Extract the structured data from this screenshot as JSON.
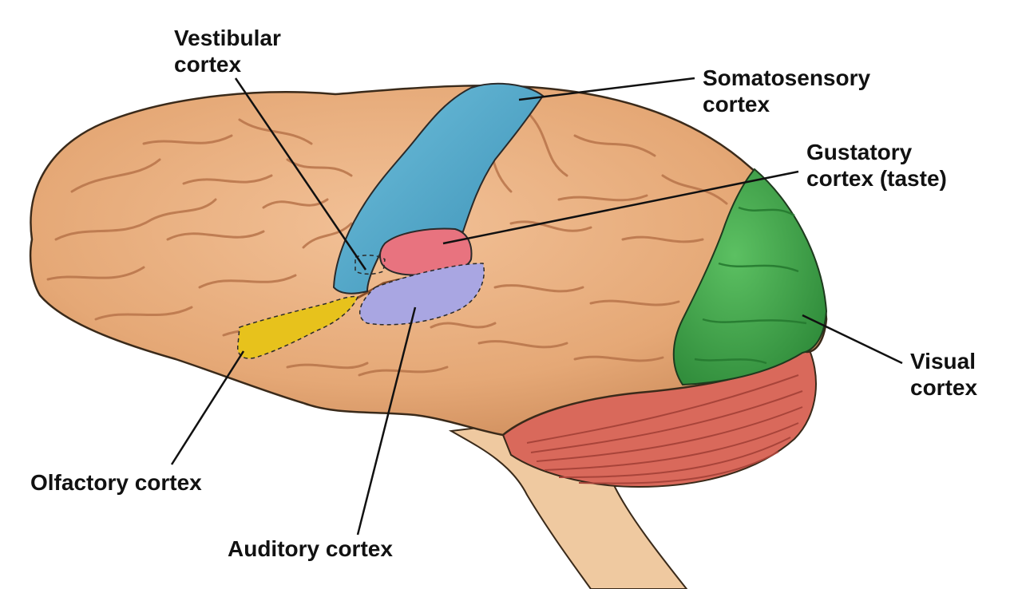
{
  "labels": {
    "vestibular": [
      "Vestibular",
      "cortex"
    ],
    "somatosensory": [
      "Somatosensory",
      "cortex"
    ],
    "gustatory": [
      "Gustatory",
      "cortex (taste)"
    ],
    "visual": [
      "Visual",
      "cortex"
    ],
    "olfactory": [
      "Olfactory cortex"
    ],
    "auditory": [
      "Auditory cortex"
    ]
  },
  "colors": {
    "brain": "#e8ad7c",
    "brain_outline": "#3a2a1a",
    "sulcus": "#b8744a",
    "somatosensory": "#4aa6c8",
    "gustatory": "#e8737f",
    "auditory": "#a9a6e2",
    "olfactory": "#e7c21c",
    "visual": "#3fa54a",
    "cerebellum": "#d9695b",
    "brainstem": "#efc9a0"
  }
}
